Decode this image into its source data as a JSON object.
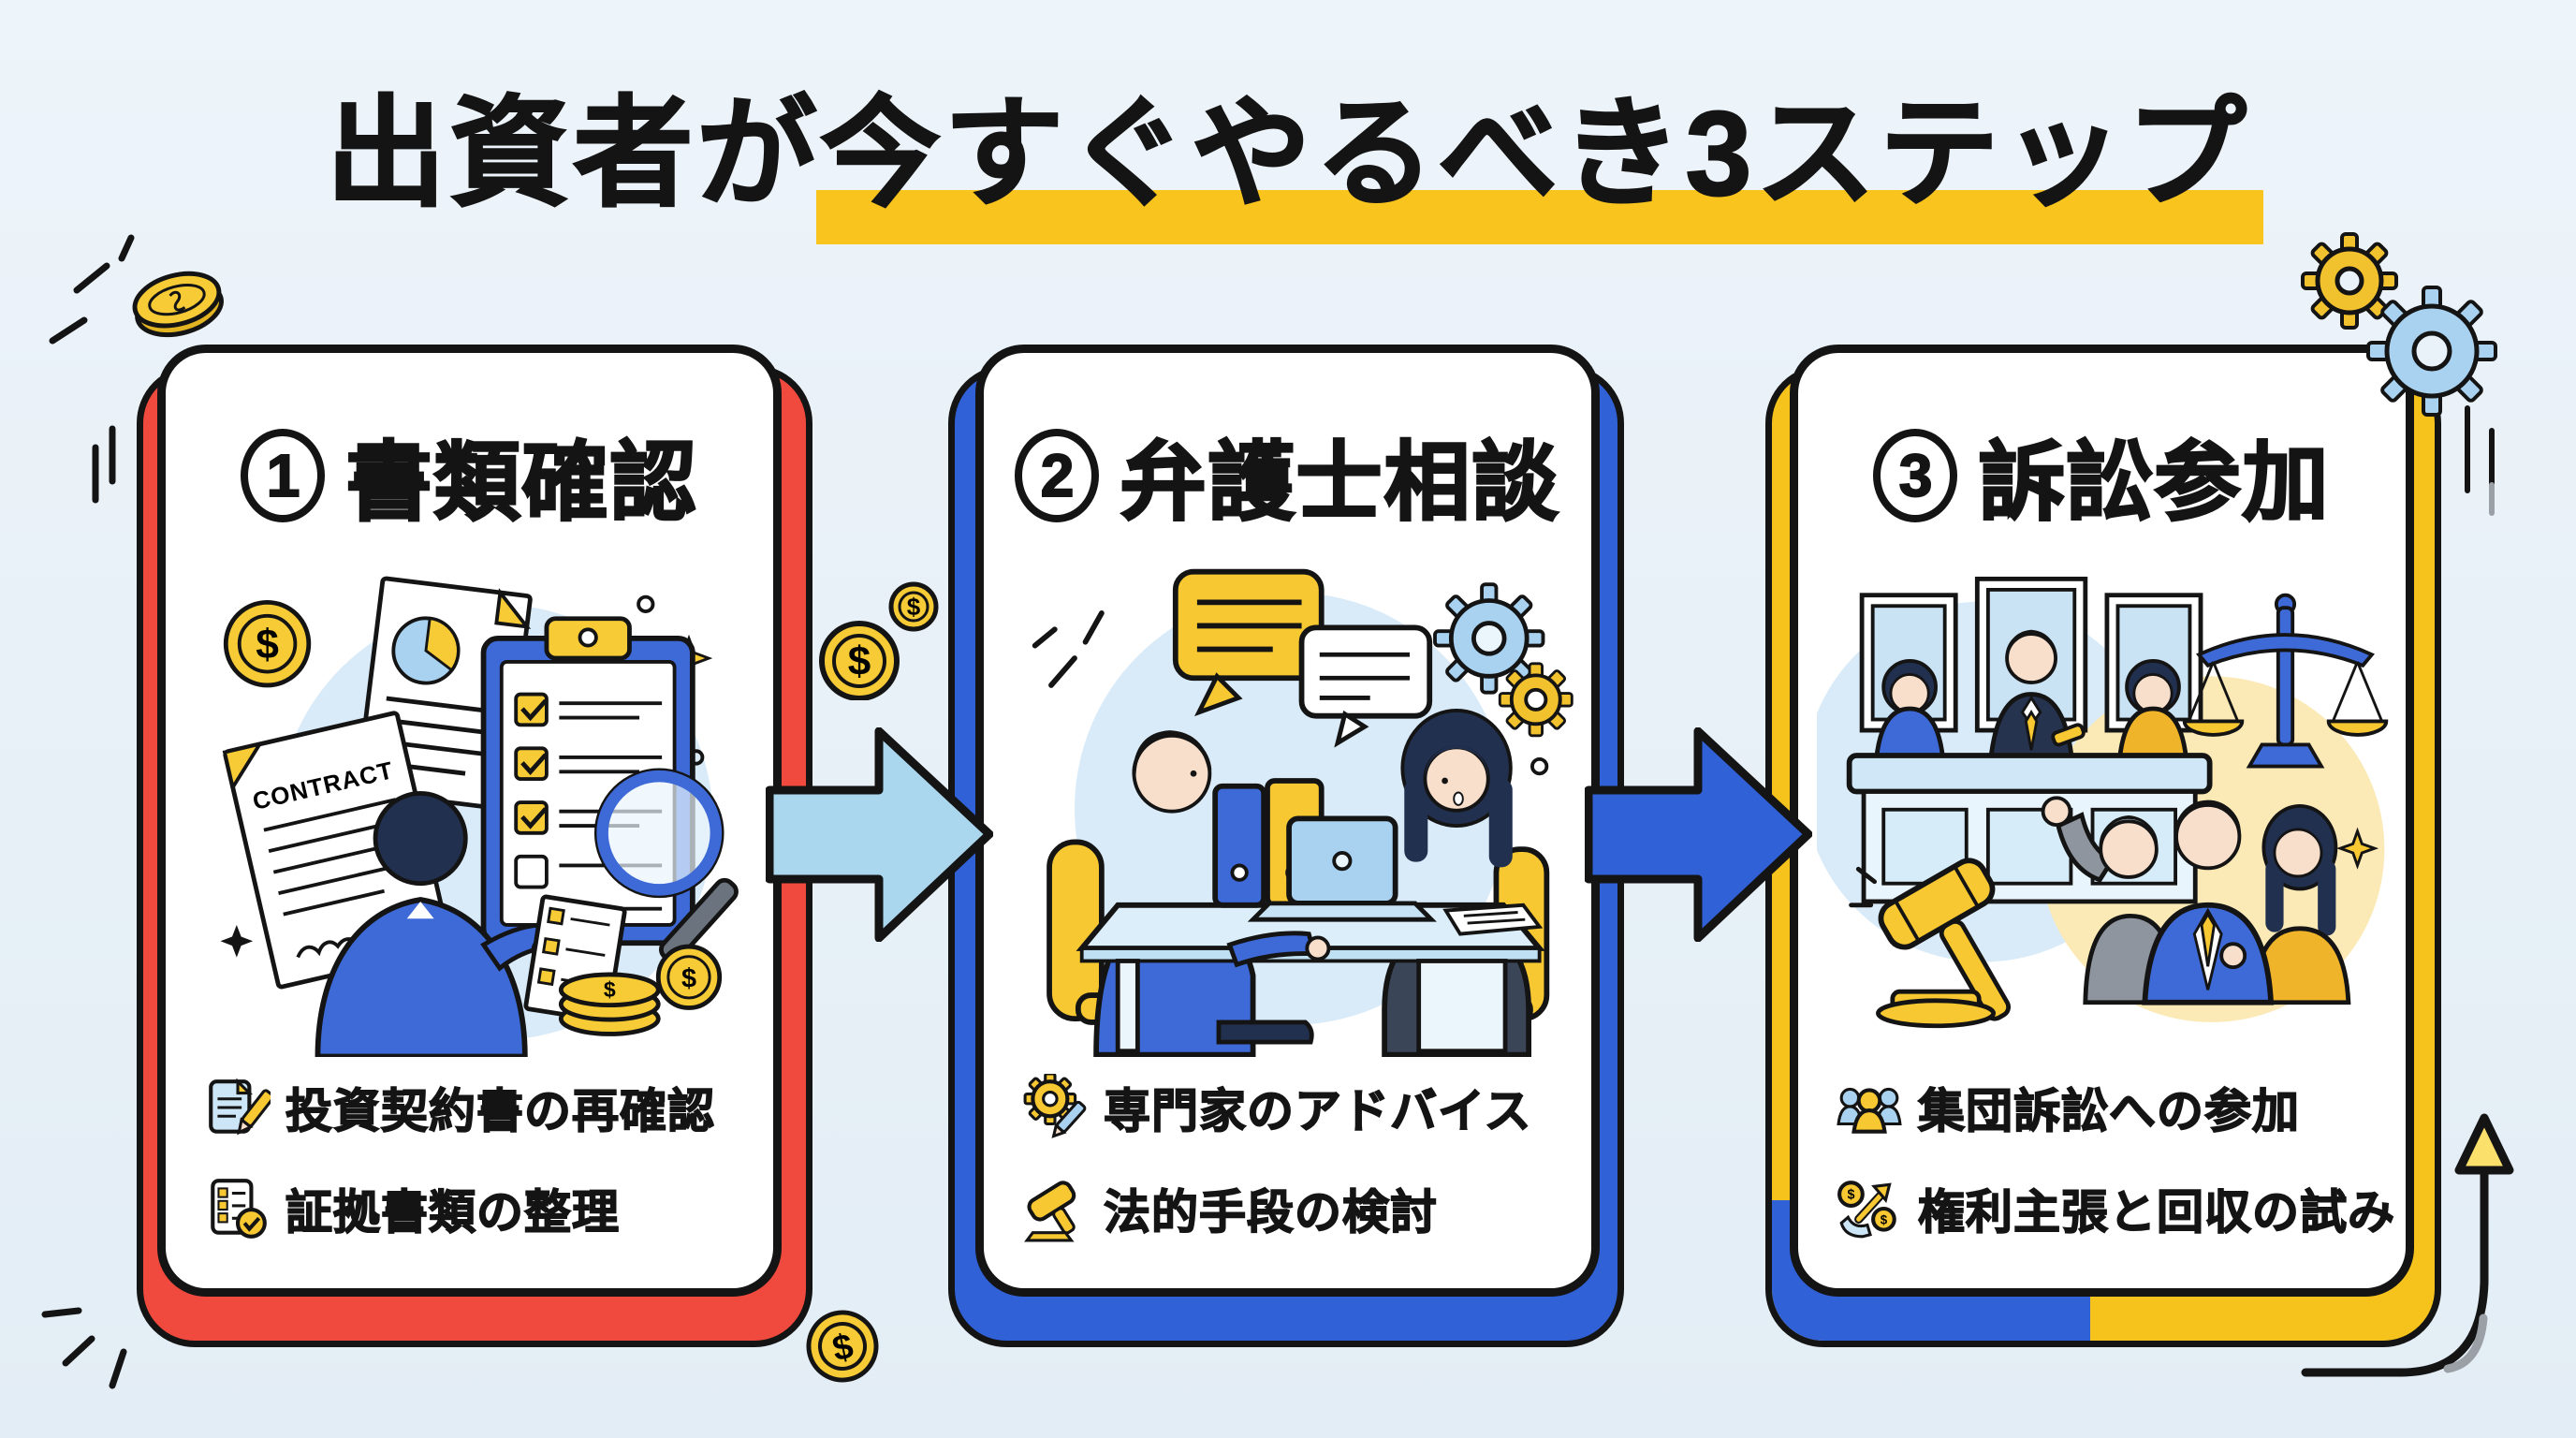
{
  "symbols": {
    "dollar": "$"
  },
  "title": {
    "prefix": "出資者が",
    "highlighted": "今すぐやるべき3ステップ",
    "highlight_color": "#F9C41E"
  },
  "steps": [
    {
      "number": "1",
      "heading": "書類確認",
      "accent_color": "#EF4A3D",
      "illustration": {
        "name": "document-check-illustration",
        "contract_label": "CONTRACT"
      },
      "bullets": [
        {
          "icon": "document-pencil-icon",
          "text": "投資契約書の再確認"
        },
        {
          "icon": "evidence-checklist-icon",
          "text": "証拠書類の整理"
        }
      ]
    },
    {
      "number": "2",
      "heading": "弁護士相談",
      "accent_color": "#3161D6",
      "illustration": {
        "name": "lawyer-consultation-illustration"
      },
      "bullets": [
        {
          "icon": "gear-pencil-icon",
          "text": "専門家のアドバイス"
        },
        {
          "icon": "gavel-icon",
          "text": "法的手段の検討"
        }
      ]
    },
    {
      "number": "3",
      "heading": "訴訟参加",
      "accent_color": "#F6C21C",
      "secondary_accent_color": "#3161D6",
      "illustration": {
        "name": "courtroom-illustration"
      },
      "bullets": [
        {
          "icon": "group-people-icon",
          "text": "集団訴訟への参加"
        },
        {
          "icon": "money-recovery-icon",
          "text": "権利主張と回収の試み"
        }
      ]
    }
  ],
  "arrows": [
    {
      "name": "arrow-step1-step2",
      "color": "#ABD7EE"
    },
    {
      "name": "arrow-step2-step3",
      "color": "#3161D6"
    }
  ],
  "decorations": {
    "top_left": [
      "coin-icon",
      "sparkle-lines"
    ],
    "top_right": [
      "gear-icon-yellow",
      "gear-icon-blue",
      "dash-lines"
    ],
    "bottom_left": [
      "sparkle-lines"
    ],
    "bottom_middle": [
      "coin-icon"
    ],
    "bottom_right": [
      "curved-up-arrow"
    ]
  }
}
